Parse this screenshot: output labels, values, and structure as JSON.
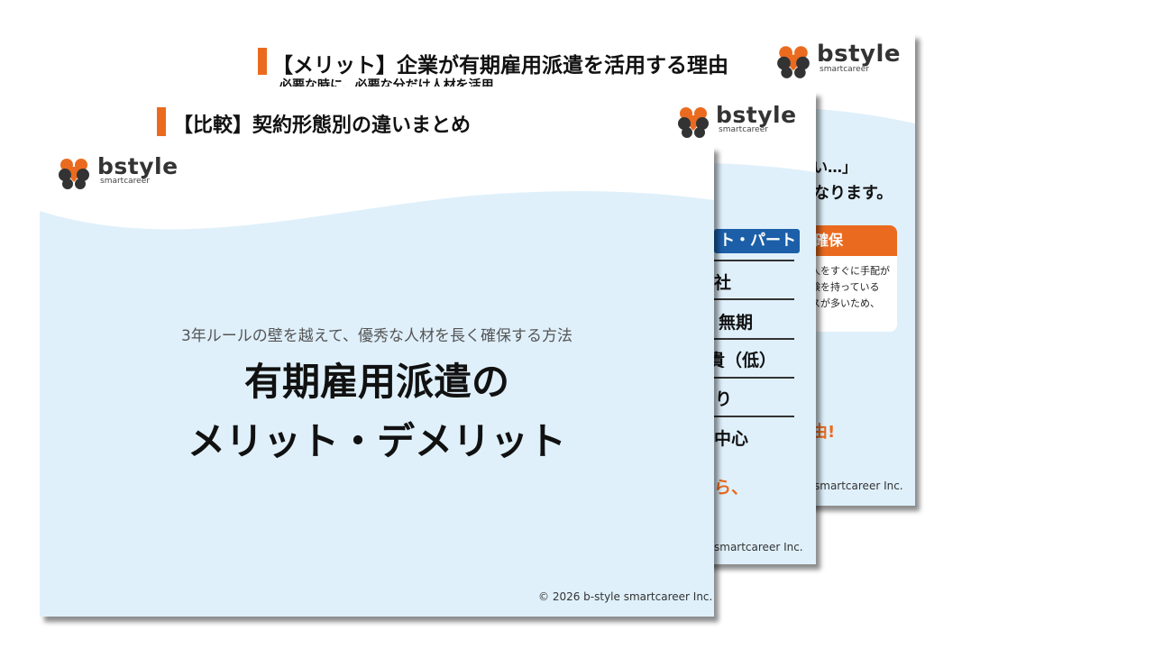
{
  "brand": {
    "name": "bstyle",
    "sub": "smartcareer",
    "colors": {
      "orange": "#ea6b1f",
      "blue": "#1c5fa8",
      "light_blue": "#dff0fb",
      "dark": "#333333"
    }
  },
  "slides": {
    "back": {
      "title": "【メリット】企業が有期雇用派遣を活用する理由",
      "subtitle": "必要な時に、必要な分だけ人材を活用",
      "frag_quote": "い…」",
      "frag_line": "なります。",
      "card_title": "確保",
      "card_lines": [
        "人をすぐに手配が",
        "験を持っている",
        "スが多いため、",
        "。"
      ],
      "frag_reason": "由!",
      "footer": "smartcareer Inc."
    },
    "middle": {
      "title": "【比較】契約形態別の違いまとめ",
      "table_header": "ト・パート",
      "rows": [
        "社",
        "無期",
        "貴（低）",
        "り",
        "中心"
      ],
      "frag_orange": "ら、",
      "footer": "smartcareer Inc."
    },
    "front": {
      "subtitle": "3年ルールの壁を越えて、優秀な人材を長く確保する方法",
      "title_line1": "有期雇用派遣の",
      "title_line2": "メリット・デメリット",
      "footer": "© 2026 b-style smartcareer Inc."
    }
  }
}
